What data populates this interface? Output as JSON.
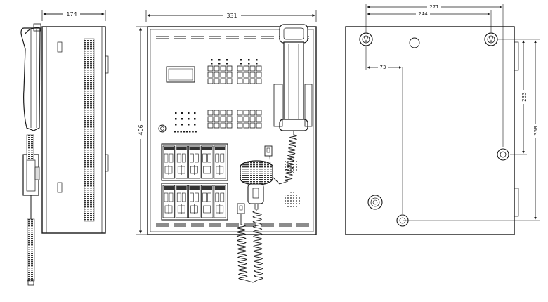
{
  "dimensions": {
    "side_width": "174",
    "front_width": "331",
    "front_height": "406",
    "back_hole_span": "271",
    "back_hole_pitch": "244",
    "back_left_offset": "73",
    "back_upper_height": "233",
    "back_full_height": "358"
  },
  "colors": {
    "line": "#1a1a1a",
    "shade": "#555555",
    "background": "#ffffff"
  }
}
